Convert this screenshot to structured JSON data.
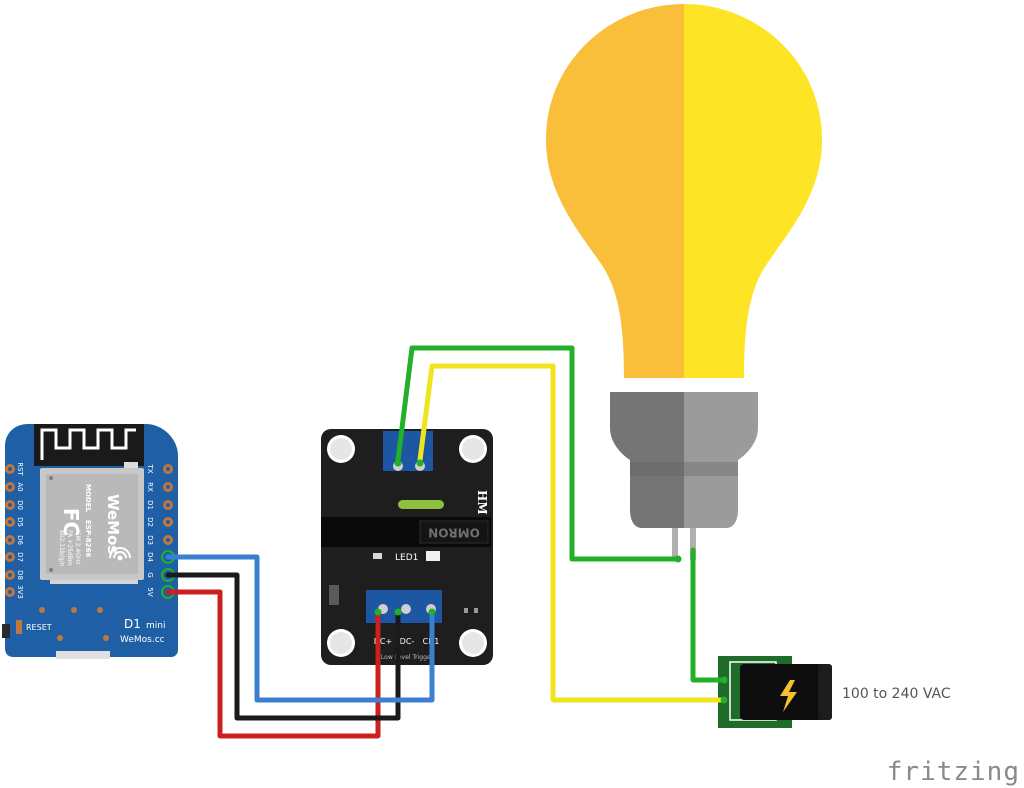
{
  "wemos": {
    "brand": "WeMos",
    "model_label": "MODEL",
    "model": "ESP-8266",
    "spec_ism": "ISM 2.4GHz",
    "spec_pa": "PA +25dBm",
    "spec_wifi": "802.11b/g/n",
    "fc_mark": "FC",
    "board_name": "D1",
    "board_suffix": "mini",
    "website": "WeMos.cc",
    "reset_label": "RESET",
    "pins_left": [
      "RST",
      "A0",
      "D0",
      "D5",
      "D6",
      "D7",
      "D8",
      "3V3"
    ],
    "pins_right": [
      "TX",
      "RX",
      "D1",
      "D2",
      "D3",
      "D4",
      "G",
      "5V"
    ]
  },
  "relay": {
    "brand": "OMRON",
    "mark": "HM",
    "led_label": "LED1",
    "terminal_labels": [
      "DC+",
      "DC-",
      "CH1"
    ],
    "trigger_label": "Low Level Trigger"
  },
  "power": {
    "label": "100 to 240 VAC"
  },
  "watermark": "fritzing",
  "colors": {
    "wire_red": "#cc1f1f",
    "wire_black": "#1a1a1a",
    "wire_blue": "#3a7fd0",
    "wire_green": "#22b02a",
    "wire_yellow": "#f0e41e",
    "board_blue": "#1f5fa6",
    "bulb_left": "#f9bf3a",
    "bulb_right": "#fde424"
  }
}
